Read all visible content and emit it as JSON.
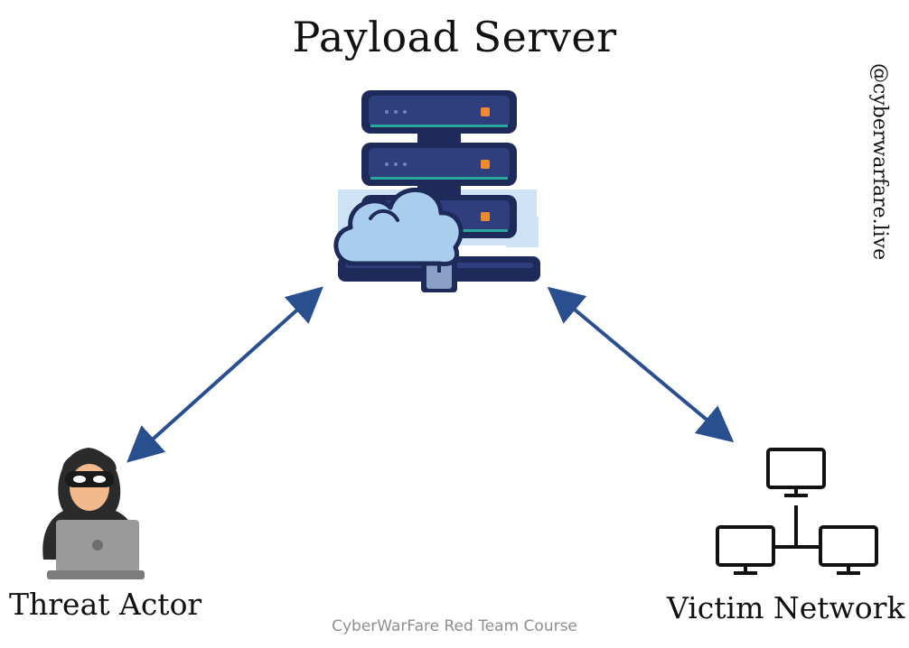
{
  "diagram": {
    "title": "Payload Server",
    "nodes": {
      "threat_actor": "Threat Actor",
      "victim_network": "Victim Network"
    },
    "watermark": "CyberWarFare Red Team Course",
    "handle": "@cyberwarfare.live"
  },
  "colors": {
    "arrow": "#2a4f8e",
    "server_dark": "#1e2a5a",
    "server_body": "#2f3f7d",
    "accent_teal": "#2aa8a0",
    "accent_orange": "#f08a2c",
    "cloud": "#a9cdec"
  },
  "icons": [
    "server-stack-icon",
    "cloud-icon",
    "hacker-icon",
    "laptop-icon",
    "network-icon"
  ]
}
